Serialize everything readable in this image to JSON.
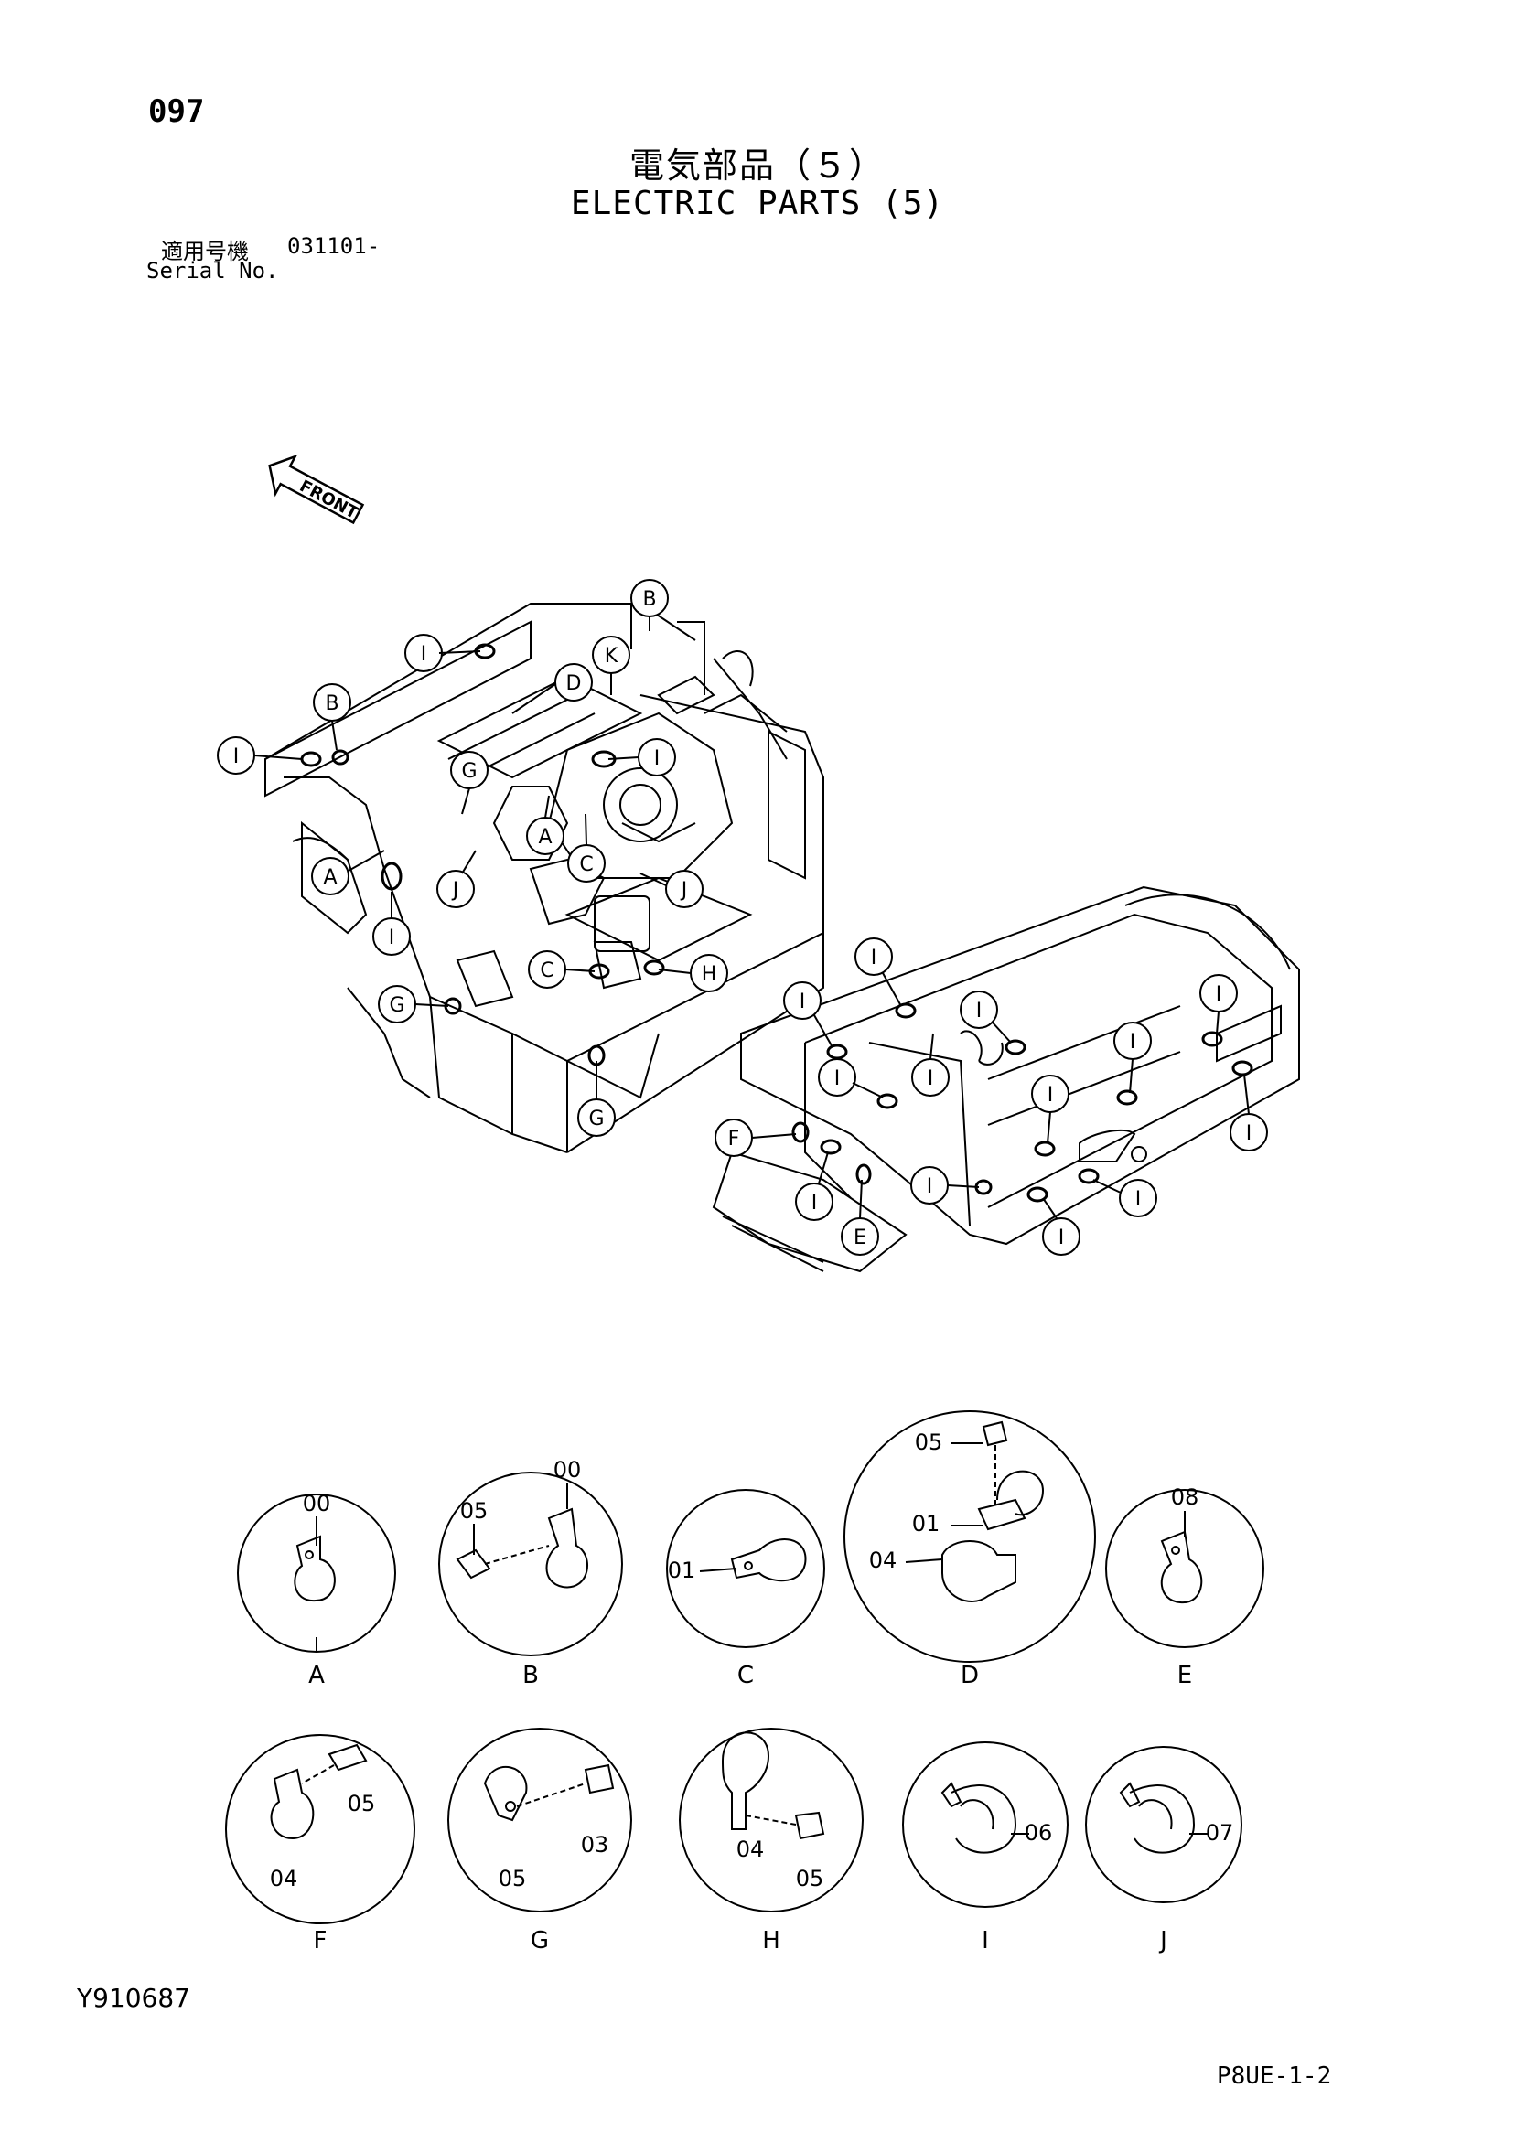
{
  "header": {
    "page_number": "097",
    "title_jp": "電気部品（５）",
    "title_en": "ELECTRIC PARTS (5)",
    "serial_label_jp": "適用号機",
    "serial_value": "031101-",
    "serial_label_en": "Serial No."
  },
  "front_arrow_label": "FRONT",
  "callouts": [
    "I",
    "B",
    "K",
    "D",
    "B",
    "I",
    "I",
    "G",
    "A",
    "A",
    "C",
    "J",
    "J",
    "I",
    "C",
    "H",
    "G",
    "G",
    "I",
    "I",
    "I",
    "I",
    "I",
    "I",
    "I",
    "I",
    "I",
    "I",
    "F",
    "I",
    "E",
    "I",
    "I",
    "I",
    "I"
  ],
  "details": [
    {
      "letter": "A",
      "parts": [
        "00"
      ]
    },
    {
      "letter": "B",
      "parts": [
        "05",
        "00"
      ]
    },
    {
      "letter": "C",
      "parts": [
        "01"
      ]
    },
    {
      "letter": "D",
      "parts": [
        "05",
        "01",
        "04"
      ]
    },
    {
      "letter": "E",
      "parts": [
        "08"
      ]
    },
    {
      "letter": "F",
      "parts": [
        "05",
        "04"
      ]
    },
    {
      "letter": "G",
      "parts": [
        "05",
        "03"
      ]
    },
    {
      "letter": "H",
      "parts": [
        "04",
        "05"
      ]
    },
    {
      "letter": "I",
      "parts": [
        "06"
      ]
    },
    {
      "letter": "J",
      "parts": [
        "07"
      ]
    }
  ],
  "footer": {
    "drawing_no": "Y910687",
    "page_code": "P8UE-1-2"
  }
}
